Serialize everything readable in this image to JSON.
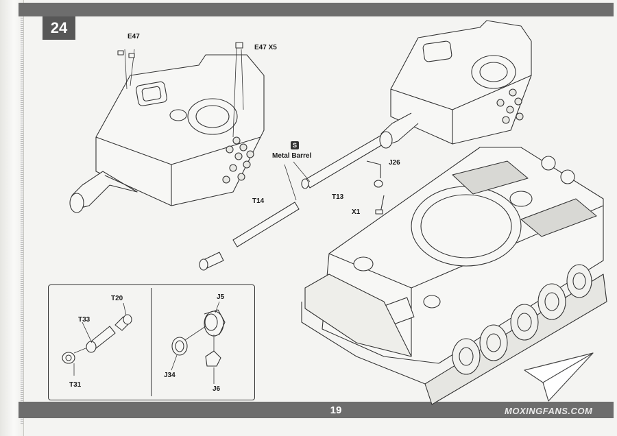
{
  "step": {
    "number": "24"
  },
  "page": {
    "number": "19"
  },
  "watermark": {
    "text": "MOXINGFANS.COM"
  },
  "labels": {
    "e47_single": "E47",
    "e47_multi": "E47 X5",
    "metal_barrel": "Metal Barrel",
    "j26": "J26",
    "t14": "T14",
    "t13": "T13",
    "x1": "X1",
    "t20": "T20",
    "t33": "T33",
    "t31": "T31",
    "j5": "J5",
    "j34": "J34",
    "j6": "J6"
  },
  "icons": {
    "metal_part": "metal-part-icon"
  },
  "colors": {
    "bars": "#6d6d6d",
    "line": "#333333",
    "fill": "#f7f7f5"
  }
}
